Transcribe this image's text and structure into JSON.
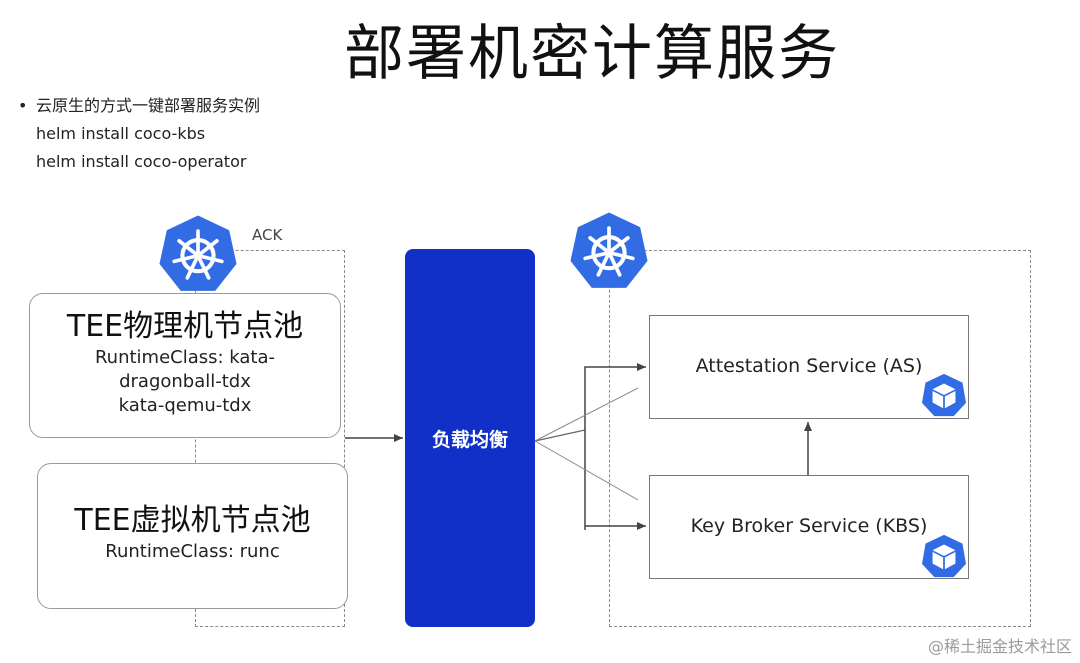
{
  "title": "部署机密计算服务",
  "bullet": {
    "text": "云原生的方式一键部署服务实例",
    "commands": [
      "helm install coco-kbs",
      "helm install coco-operator"
    ]
  },
  "ack_label": "ACK",
  "pools": {
    "physical": {
      "title": "TEE物理机节点池",
      "lines": [
        "RuntimeClass: kata-",
        "dragonball-tdx",
        "kata-qemu-tdx"
      ]
    },
    "virtual": {
      "title": "TEE虚拟机节点池",
      "lines": [
        "RuntimeClass: runc"
      ]
    }
  },
  "load_balancer": "负载均衡",
  "services": {
    "as": "Attestation Service (AS)",
    "kbs": "Key Broker Service (KBS)"
  },
  "icons": [
    "kubernetes-icon",
    "kubernetes-icon",
    "k8s-pod-cube-icon",
    "k8s-pod-cube-icon"
  ],
  "colors": {
    "k8s_blue": "#326ce5",
    "load_balancer": "#1030c8"
  },
  "watermark": "@稀土掘金技术社区"
}
